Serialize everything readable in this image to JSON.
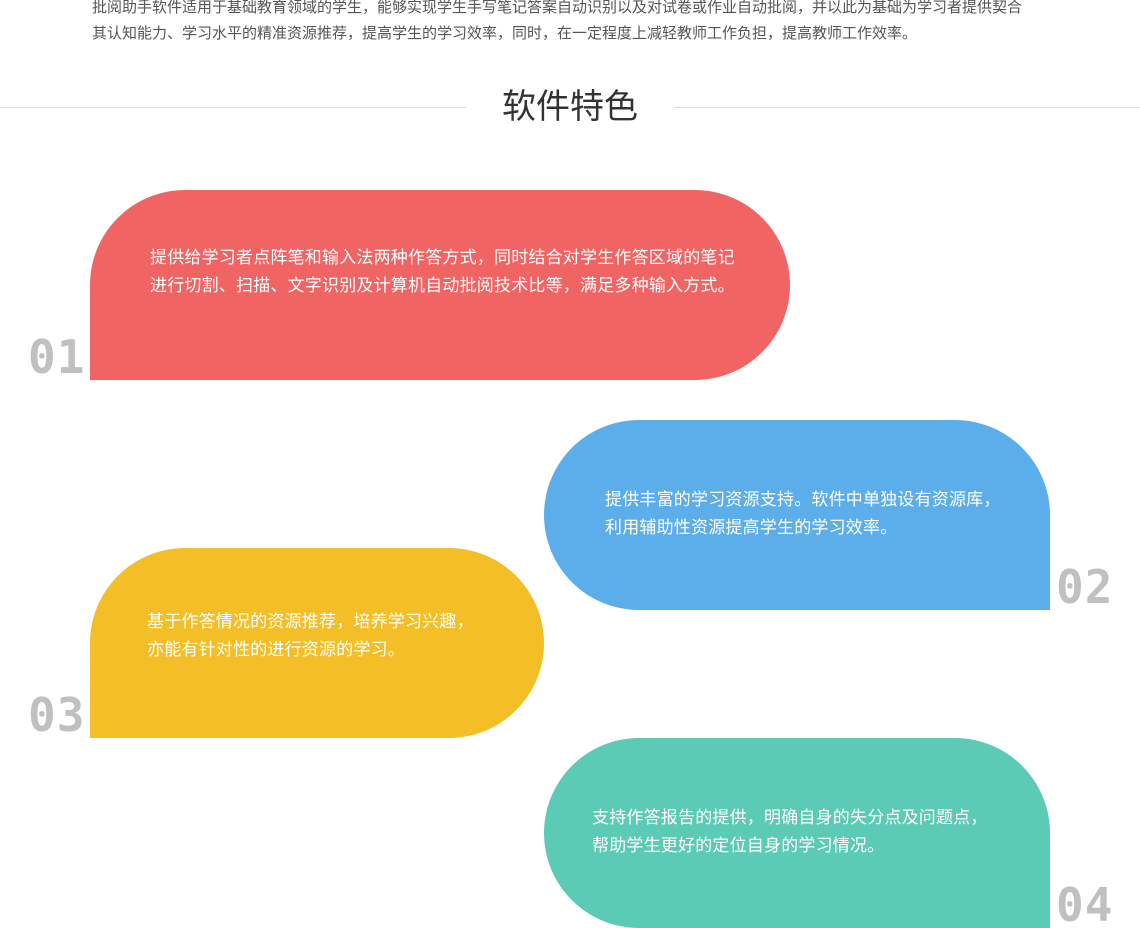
{
  "intro": {
    "line1": "批阅助手软件适用于基础教育领域的学生，能够实现学生手写笔记答案自动识别以及对试卷或作业自动批阅，并以此为基础为学习者提供契合",
    "line2": "其认知能力、学习水平的精准资源推荐，提高学生的学习效率，同时，在一定程度上减轻教师工作负担，提高教师工作效率。"
  },
  "section": {
    "title": "软件特色"
  },
  "features": [
    {
      "number": "01",
      "text": "提供给学习者点阵笔和输入法两种作答方式，同时结合对学生作答区域的笔记进行切割、扫描、文字识别及计算机自动批阅技术比等，满足多种输入方式。",
      "color": "#f06464"
    },
    {
      "number": "02",
      "text": "提供丰富的学习资源支持。软件中单独设有资源库，利用辅助性资源提高学生的学习效率。",
      "color": "#5caeea"
    },
    {
      "number": "03",
      "text": "基于作答情况的资源推荐，培养学习兴趣，亦能有针对性的进行资源的学习。",
      "color": "#f4be27"
    },
    {
      "number": "04",
      "text": "支持作答报告的提供，明确自身的失分点及问题点，帮助学生更好的定位自身的学习情况。",
      "color": "#5ccbb5"
    }
  ]
}
